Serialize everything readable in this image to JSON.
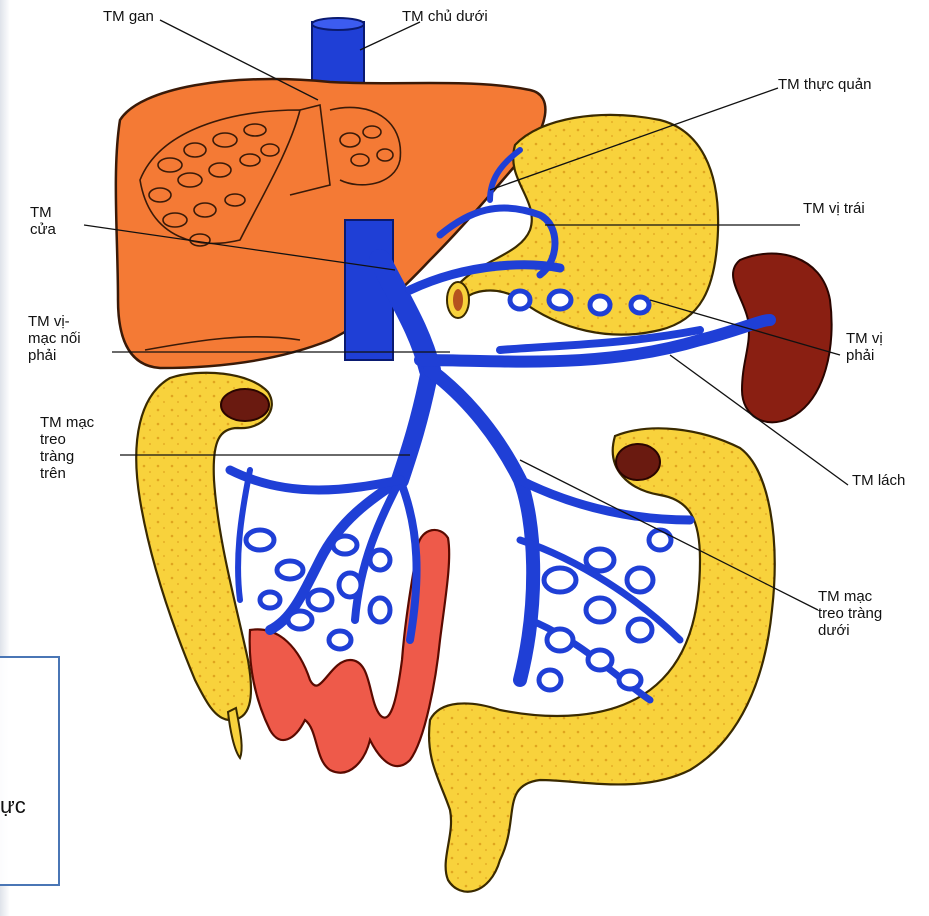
{
  "labels": {
    "hepatic_vein": "TM gan",
    "inferior_vena_cava": "TM chủ dưới",
    "esophageal_vein": "TM thực quản",
    "portal_vein": "TM\ncửa",
    "left_gastric_vein": "TM vị trái",
    "right_gastroepiploic_vein": "TM vị-\nmạc nối\nphải",
    "right_gastric_vein": "TM vị\nphải",
    "superior_mesenteric_vein": "TM mạc\ntreo\ntràng\ntrên",
    "splenic_vein": "TM lách",
    "inferior_mesenteric_vein": "TM mạc\ntreo tràng\ndưới"
  },
  "callout": {
    "text": "ực"
  },
  "colors": {
    "vein_blue": "#1f3fd6",
    "liver_orange": "#f47a35",
    "intestine_yellow": "#f8d23c",
    "spleen_brown": "#8a1f12",
    "small_intestine_red": "#ee5a4a",
    "callout_border": "#4a76b5"
  }
}
